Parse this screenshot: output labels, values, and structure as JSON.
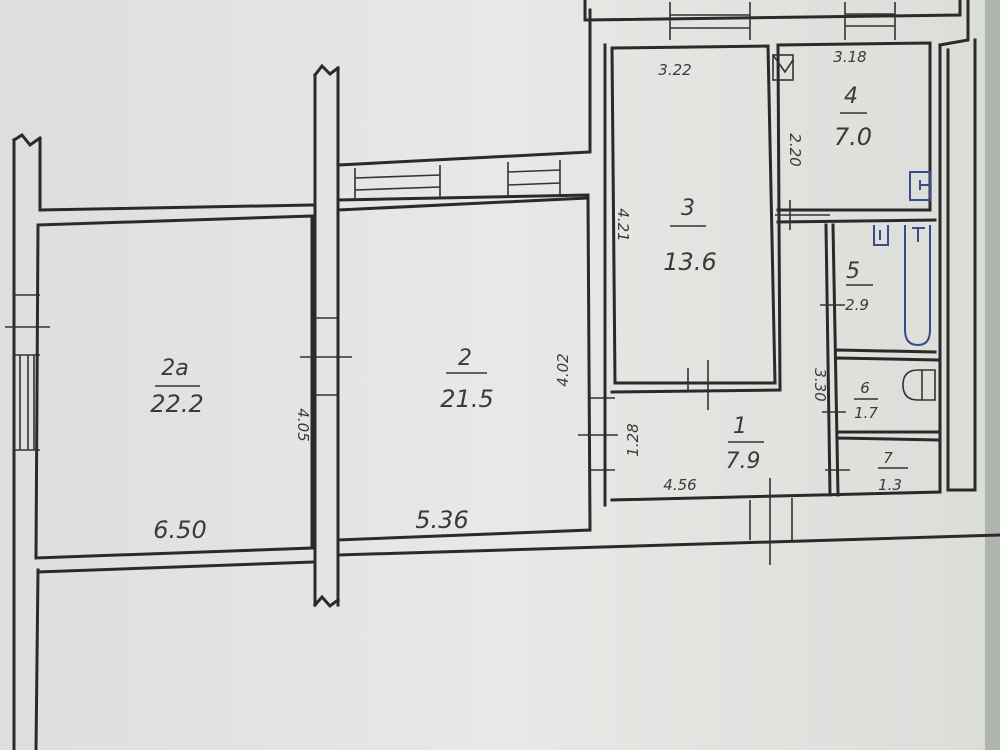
{
  "rooms": [
    {
      "number": "2a",
      "area": "22.2"
    },
    {
      "number": "2",
      "area": "21.5"
    },
    {
      "number": "3",
      "area": "13.6"
    },
    {
      "number": "4",
      "area": "7.0"
    },
    {
      "number": "5",
      "area": "2.9"
    },
    {
      "number": "6",
      "area": "1.7"
    },
    {
      "number": "7",
      "area": "1.3"
    },
    {
      "number": "1",
      "area": "7.9"
    }
  ],
  "dimensions": {
    "room2a_width": "6.50",
    "room2a_height": "4.05",
    "room2_width": "5.36",
    "room2_height": "4.02",
    "room3_width": "3.22",
    "room3_height": "4.21",
    "room4_width": "3.18",
    "room4_height": "2.20",
    "hall_width": "4.56",
    "hall_height": "1.28",
    "corridor_length": "3.30"
  },
  "colors": {
    "paper": "#e4e4e2",
    "ink": "#2a2a2a",
    "fixture": "#3a4a8a"
  }
}
